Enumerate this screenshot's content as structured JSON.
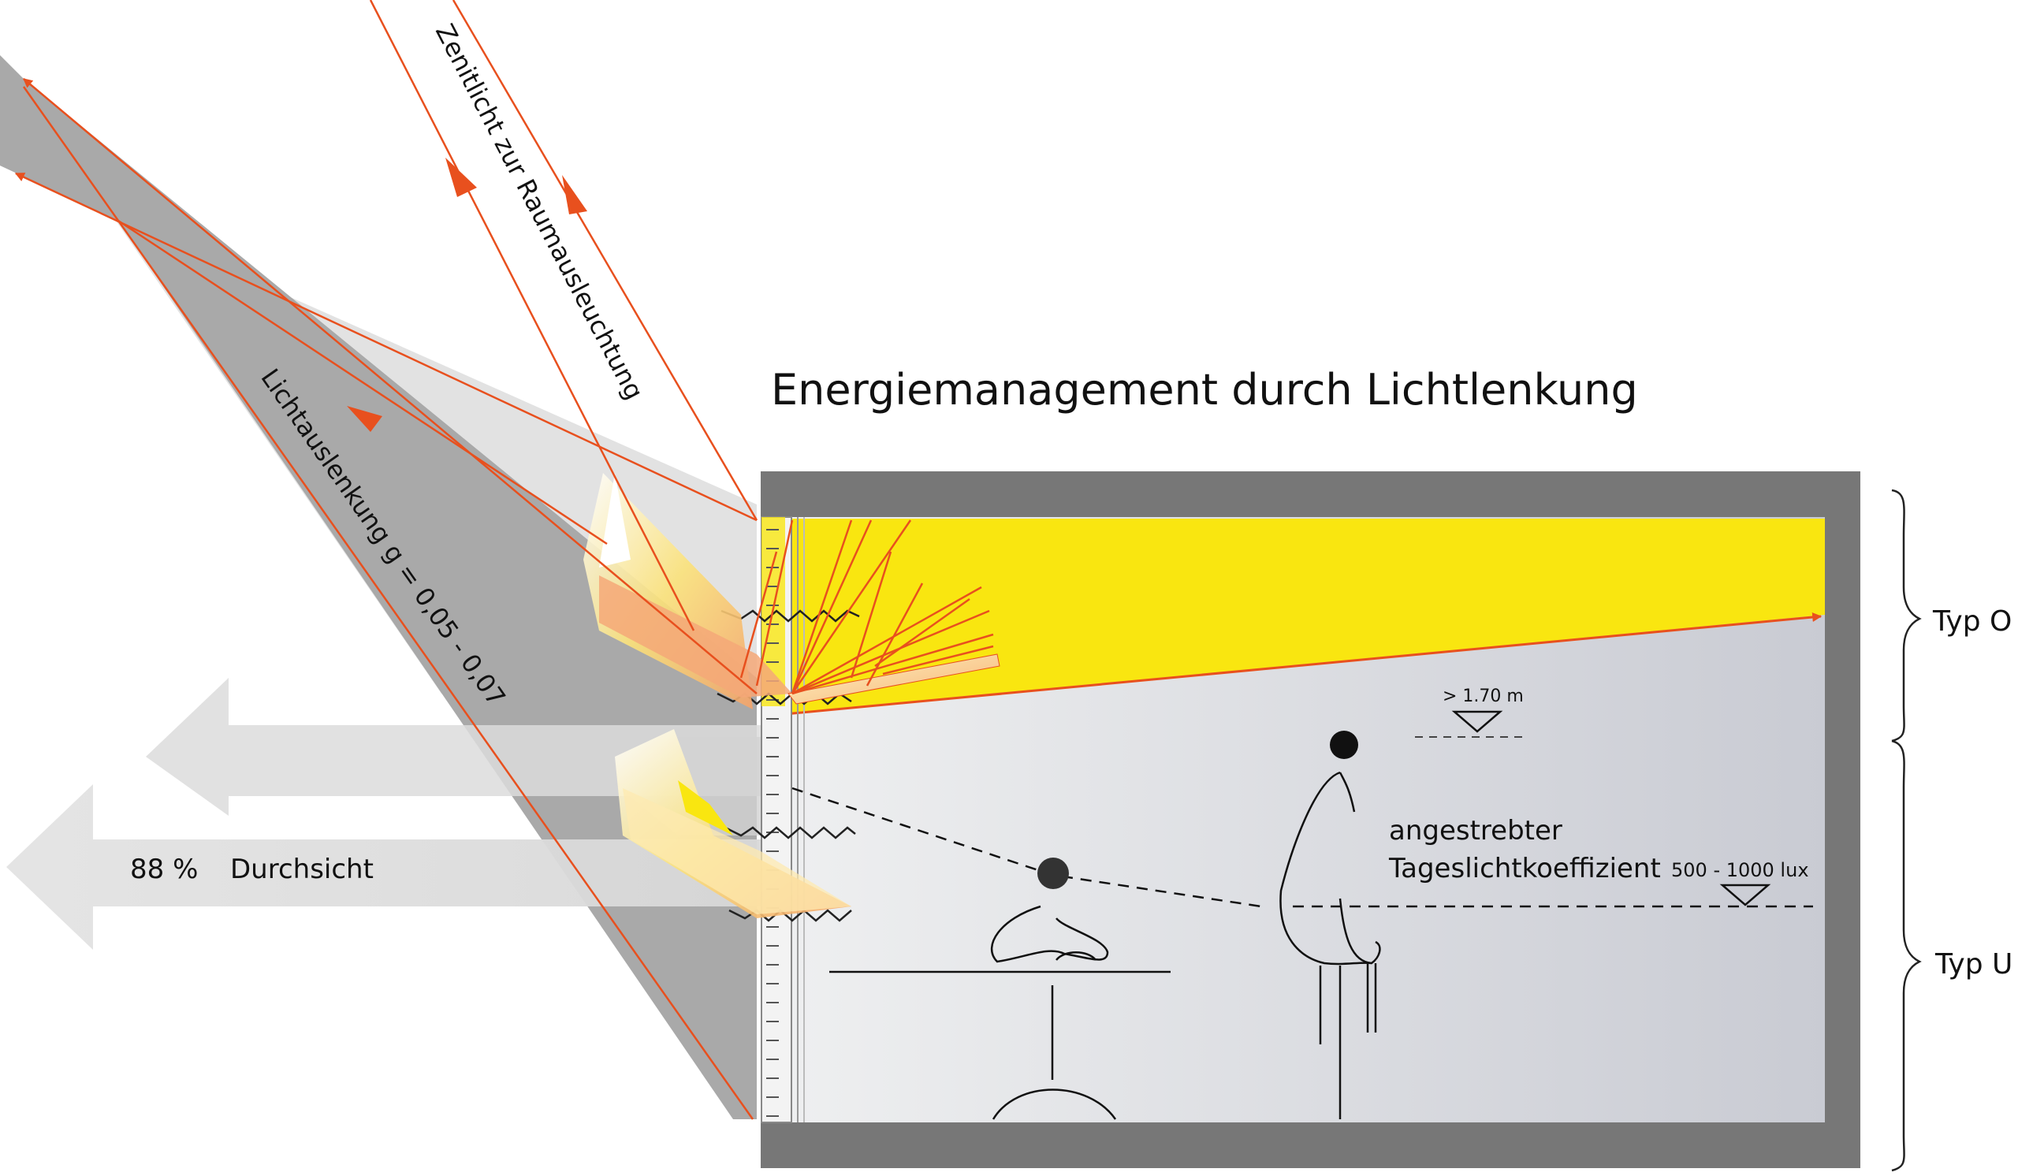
{
  "title": "Energiemanagement durch Lichtlenkung",
  "labels": {
    "zenith": "Zenitlicht zur Raumausleuchtung",
    "deflection": "Lichtauslenkung g = 0,05 - 0,07",
    "percent": "88 %",
    "view": "Durchsicht",
    "target_line1": "angestrebter",
    "target_line2": "Tageslichtkoeffizient",
    "height": "> 1.70 m",
    "lux": "500 - 1000 lux",
    "type_top": "Typ O",
    "type_bottom": "Typ U"
  },
  "colors": {
    "ray": "#e8501e",
    "yellow": "#f9e610",
    "wall": "#777777",
    "shade": "#a9a9a9",
    "room_light": "#eeeff0",
    "room_dark": "#c9cbd3"
  }
}
